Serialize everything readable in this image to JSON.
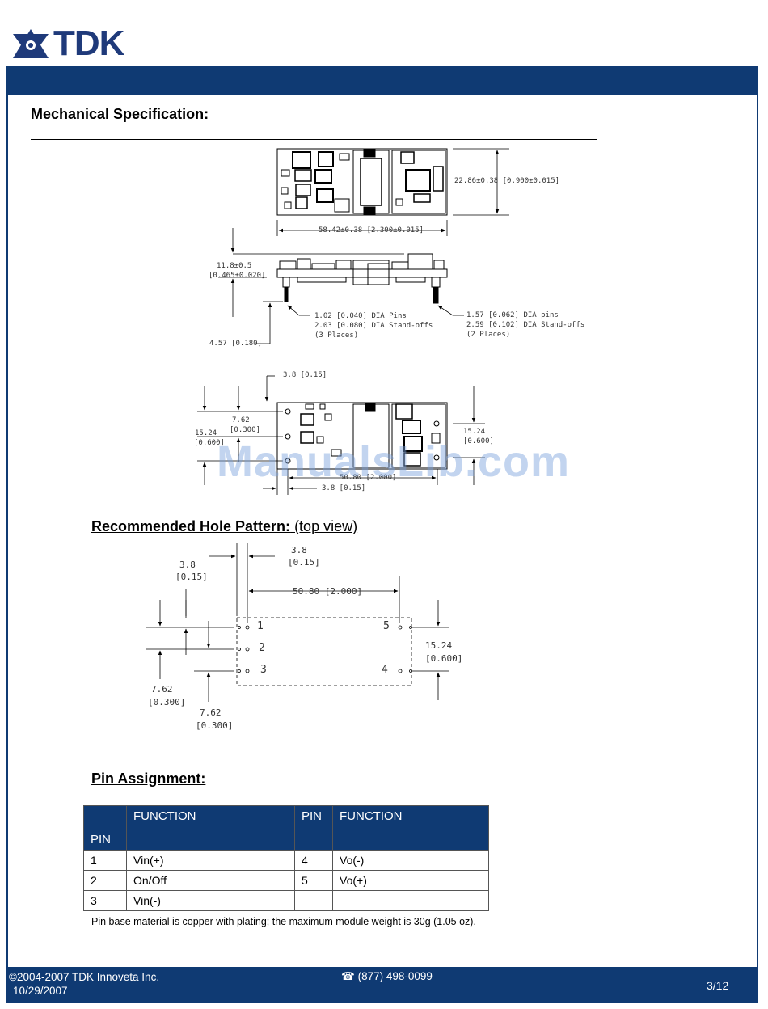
{
  "header": {
    "brand": "TDK"
  },
  "sections": {
    "mechanical": "Mechanical Specification:",
    "hole_pattern": "Recommended Hole Pattern:",
    "hole_pattern_sub": " (top view)",
    "pin_assignment": "Pin Assignment:"
  },
  "mechanical_dims": {
    "height_top": "22.86±0.38 [0.900±0.015]",
    "width_top": "58.42±0.38 [2.300±0.015]",
    "side_height_a": "11.8±0.5",
    "side_height_b": "[0.465±0.020]",
    "pin_length": "4.57 [0.180]",
    "pins_small_1": "1.02 [0.040] DIA Pins",
    "pins_small_2": "2.03 [0.080] DIA Stand-offs",
    "pins_small_3": "(3 Places)",
    "pins_large_1": "1.57 [0.062] DIA pins",
    "pins_large_2": "2.59 [0.102] DIA Stand-offs",
    "pins_large_3": "(2 Places)",
    "bottom_offset_top": "3.8 [0.15]",
    "bottom_pitch_a": "7.62",
    "bottom_pitch_b": "[0.300]",
    "bottom_span_left_a": "15.24",
    "bottom_span_left_b": "[0.600]",
    "bottom_span_right_a": "15.24",
    "bottom_span_right_b": "[0.600]",
    "bottom_width": "50.80 [2.000]",
    "bottom_offset_bottom": "3.8 [0.15]"
  },
  "hole_dims": {
    "left_offset_a": "3.8",
    "left_offset_b": "[0.15]",
    "right_offset_a": "3.8",
    "right_offset_b": "[0.15]",
    "width": "50.80 [2.000]",
    "right_span_a": "15.24",
    "right_span_b": "[0.600]",
    "pitch_left_a": "7.62",
    "pitch_left_b": "[0.300]",
    "pitch_bottom_a": "7.62",
    "pitch_bottom_b": "[0.300]",
    "pin1": "1",
    "pin2": "2",
    "pin3": "3",
    "pin4": "4",
    "pin5": "5"
  },
  "pin_table": {
    "headers": {
      "pin": "PIN",
      "function": "FUNCTION",
      "pin2": "PIN",
      "function2": "FUNCTION"
    },
    "rows": [
      {
        "pin": "1",
        "function": "Vin(+)",
        "pin2": "4",
        "function2": "Vo(-)"
      },
      {
        "pin": "2",
        "function": "On/Off",
        "pin2": "5",
        "function2": "Vo(+)"
      },
      {
        "pin": "3",
        "function": "Vin(-)",
        "pin2": "",
        "function2": ""
      }
    ]
  },
  "note": "Pin base material is copper with plating; the maximum module weight is 30g (1.05 oz).",
  "watermark": "ManualsLib.com",
  "footer": {
    "copyright": "©2004-2007  TDK Innoveta Inc.",
    "date": "10/29/2007",
    "phone": "(877) 498-0099",
    "page": "3/12"
  },
  "colors": {
    "brand_blue": "#0f3a73",
    "logo_blue": "#1f3a7a"
  },
  "icons": {
    "logo": "tdk-star-logo-icon",
    "phone": "phone-icon"
  }
}
